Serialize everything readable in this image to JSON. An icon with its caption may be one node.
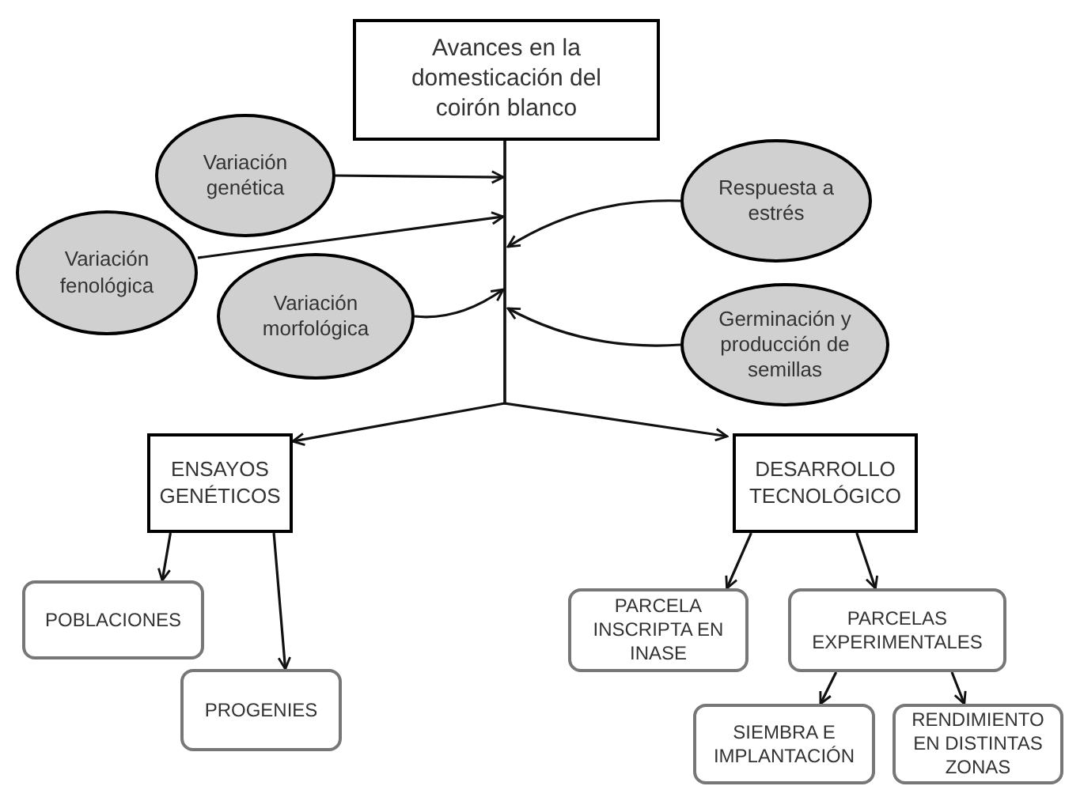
{
  "diagram": {
    "nodes": [
      {
        "text": [
          "Avances en la domesticación del coirón blanco"
        ]
      },
      {
        "text": [
          "Variación genética"
        ]
      },
      {
        "text": [
          "Variación fenológica"
        ]
      },
      {
        "text": [
          "Variación morfológica"
        ]
      },
      {
        "text": [
          "Respuesta a estrés"
        ]
      },
      {
        "text": [
          "Germinación y producción de semillas"
        ]
      },
      {
        "text": [
          "ENSAYOS GENÉTICOS"
        ]
      },
      {
        "text": [
          "DESARROLLO TECNOLÓGICO"
        ]
      },
      {
        "text": [
          "POBLACIONES"
        ]
      },
      {
        "text": [
          "PROGENIES"
        ]
      },
      {
        "text": [
          "PARCELA INSCRIPTA EN INASE"
        ]
      },
      {
        "text": [
          "PARCELAS EXPERIMENTALES"
        ]
      },
      {
        "text": [
          "SIEMBRA E IMPLANTACIÓN"
        ]
      },
      {
        "text": [
          "RENDIMIENTO EN DISTINTAS ZONAS"
        ]
      }
    ],
    "edges": [
      {
        "from": 1,
        "to": 0,
        "arrow": "to"
      },
      {
        "from": 2,
        "to": 0,
        "arrow": "to"
      },
      {
        "from": 3,
        "to": null,
        "arrow": "to"
      },
      {
        "from": 4,
        "to": null,
        "arrow": "to"
      },
      {
        "from": 5,
        "to": null,
        "arrow": "to"
      },
      {
        "from": 0,
        "to": 6,
        "arrow": "to"
      },
      {
        "from": 0,
        "to": 7,
        "arrow": "to"
      },
      {
        "from": 6,
        "to": 8,
        "arrow": "to"
      },
      {
        "from": 6,
        "to": 9,
        "arrow": "to"
      },
      {
        "from": 7,
        "to": 10,
        "arrow": "to"
      },
      {
        "from": 7,
        "to": 11,
        "arrow": "to"
      },
      {
        "from": 11,
        "to": 12,
        "arrow": "to"
      },
      {
        "from": 11,
        "to": 13,
        "arrow": "to"
      }
    ]
  }
}
